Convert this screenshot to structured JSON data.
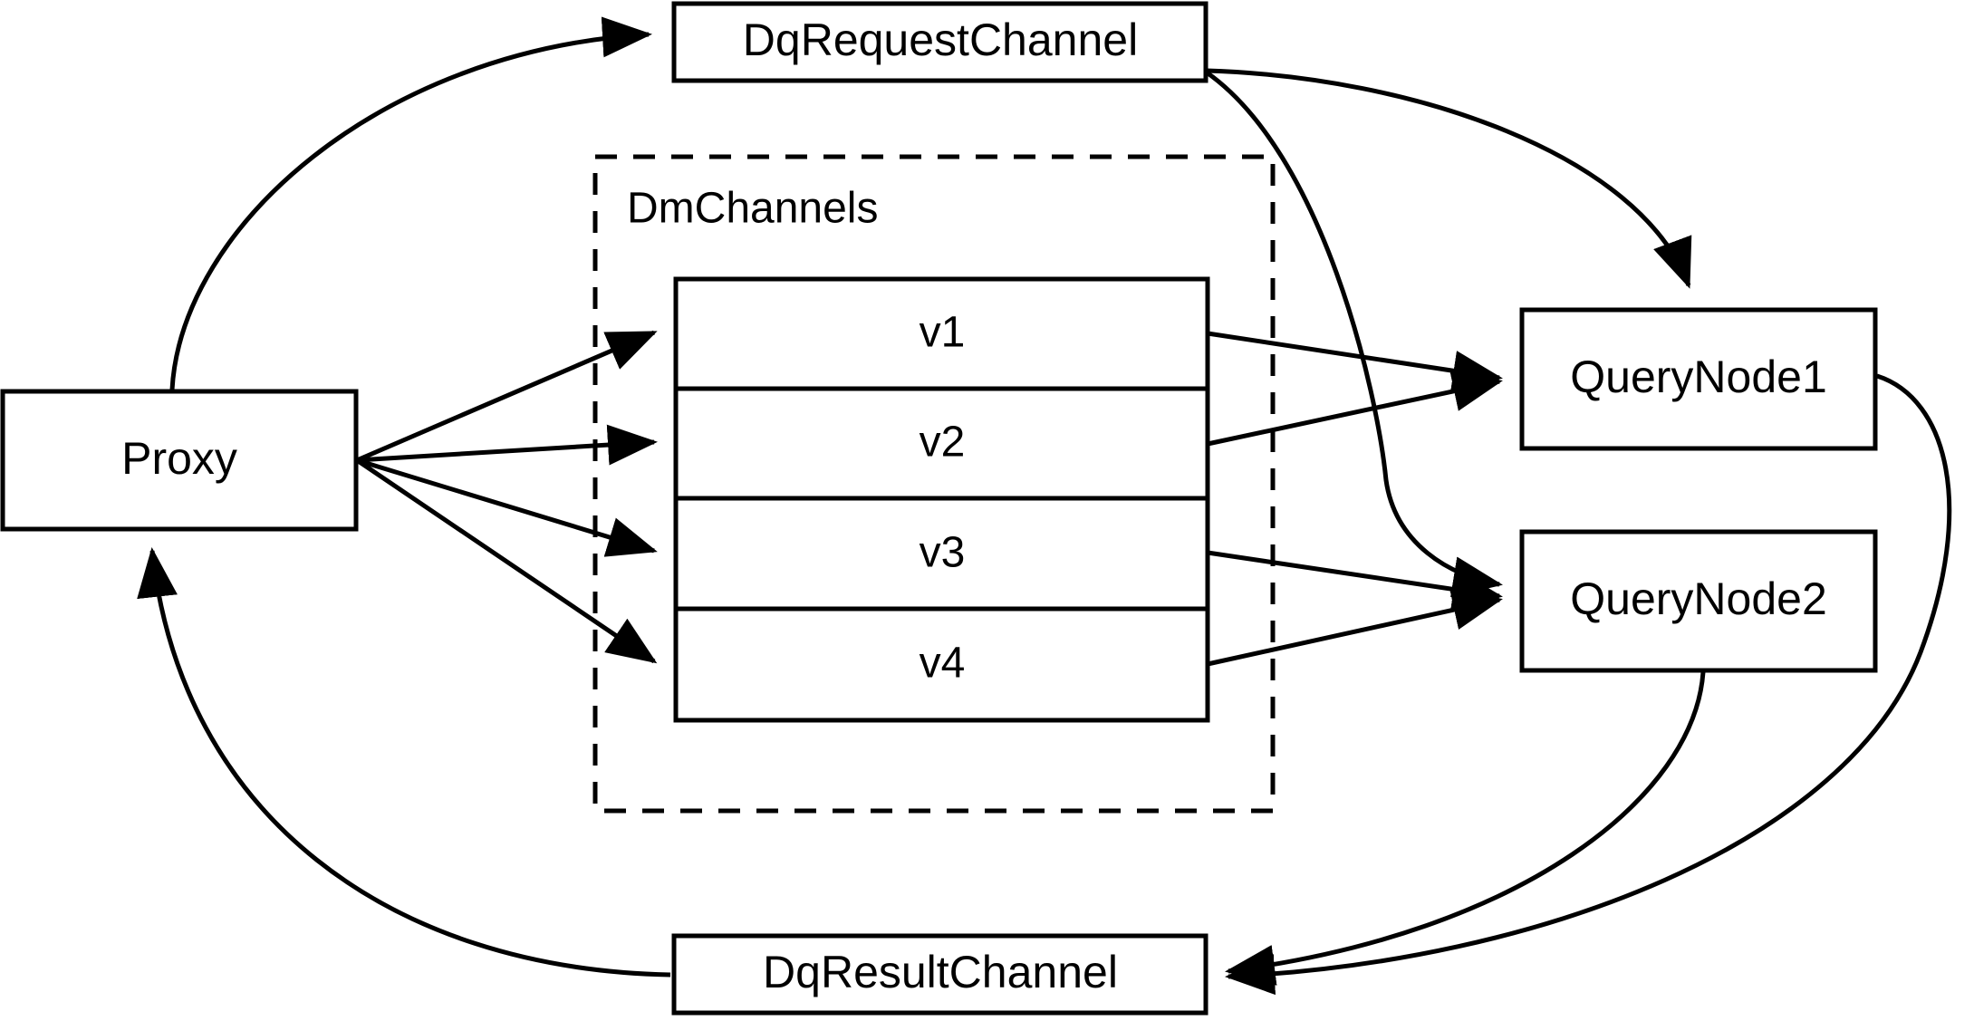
{
  "diagram": {
    "title": "Milvus distributed query channel flow",
    "background_color": "#ffffff",
    "stroke_color": "#000000",
    "nodes": {
      "proxy": {
        "label": "Proxy"
      },
      "dq_request_channel": {
        "label": "DqRequestChannel"
      },
      "dq_result_channel": {
        "label": "DqResultChannel"
      },
      "query_node_1": {
        "label": "QueryNode1"
      },
      "query_node_2": {
        "label": "QueryNode2"
      },
      "dm_channels_group": {
        "label": "DmChannels"
      }
    },
    "dm_channels": [
      {
        "label": "v1"
      },
      {
        "label": "v2"
      },
      {
        "label": "v3"
      },
      {
        "label": "v4"
      }
    ]
  }
}
